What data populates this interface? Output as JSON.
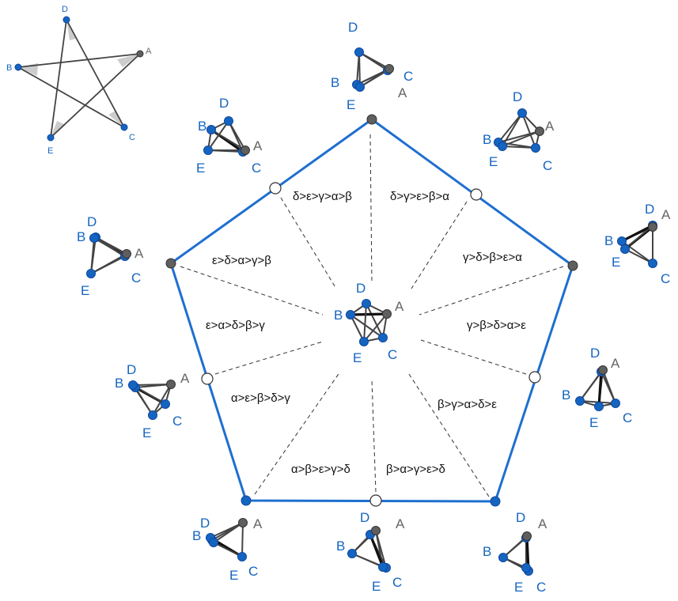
{
  "colors": {
    "blue": "#1565c0",
    "blue_edge": "#0d47a1",
    "gray_point": "#5f5f5f",
    "edge": "#444444",
    "pentagon": "#1e6fd0",
    "angle_fill": "#cccccc"
  },
  "star": {
    "labels": {
      "A": "A",
      "B": "B",
      "C": "C",
      "D": "D",
      "E": "E"
    }
  },
  "configs": [
    {
      "name": "top",
      "D": "D",
      "A": "A",
      "B": "B",
      "C": "C",
      "E": "E"
    },
    {
      "name": "top-right",
      "D": "D",
      "A": "A",
      "B": "B",
      "C": "C",
      "E": "E"
    },
    {
      "name": "right",
      "D": "D",
      "A": "A",
      "B": "B",
      "C": "C",
      "E": "E"
    },
    {
      "name": "right-lower",
      "D": "D",
      "A": "A",
      "B": "B",
      "C": "C",
      "E": "E"
    },
    {
      "name": "bottom-right",
      "D": "D",
      "A": "A",
      "B": "B",
      "C": "C",
      "E": "E"
    },
    {
      "name": "bottom",
      "D": "D",
      "A": "A",
      "B": "B",
      "C": "C",
      "E": "E"
    },
    {
      "name": "bottom-left",
      "D": "D",
      "A": "A",
      "B": "B",
      "C": "C",
      "E": "E"
    },
    {
      "name": "left-lower",
      "D": "D",
      "A": "A",
      "B": "B",
      "C": "C",
      "E": "E"
    },
    {
      "name": "left",
      "D": "D",
      "A": "A",
      "B": "B",
      "C": "C",
      "E": "E"
    },
    {
      "name": "top-left",
      "D": "D",
      "A": "A",
      "B": "B",
      "C": "C",
      "E": "E"
    },
    {
      "name": "center",
      "D": "D",
      "A": "A",
      "B": "B",
      "C": "C",
      "E": "E"
    }
  ],
  "regions": [
    "δ>ε>γ>α>β",
    "δ>γ>ε>β>α",
    "γ>δ>β>ε>α",
    "γ>β>δ>α>ε",
    "β>γ>α>δ>ε",
    "β>α>γ>ε>δ",
    "α>β>ε>γ>δ",
    "α>ε>β>δ>γ",
    "ε>α>δ>β>γ",
    "ε>δ>α>γ>β"
  ]
}
